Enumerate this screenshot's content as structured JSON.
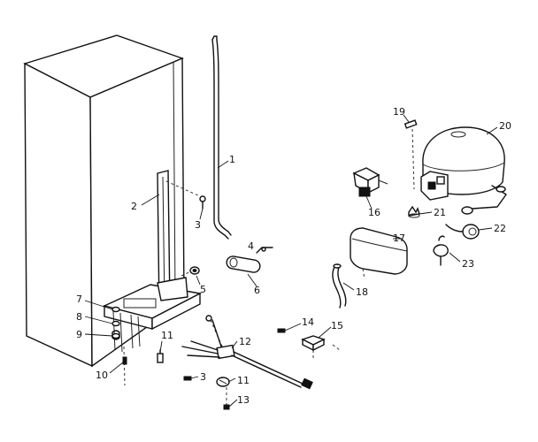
{
  "parts": [
    {
      "id": "cabinet",
      "name": "cabinet-part"
    },
    {
      "id": "drain-tube",
      "label": "1"
    },
    {
      "id": "bracket-left",
      "label": "2"
    },
    {
      "id": "screw-upper",
      "label": "3"
    },
    {
      "id": "clip",
      "label": "4"
    },
    {
      "id": "grommet-nut",
      "label": "5"
    },
    {
      "id": "drain-cap",
      "label": "6"
    },
    {
      "id": "washer-top",
      "label": "7"
    },
    {
      "id": "washer-mid",
      "label": "8"
    },
    {
      "id": "washer-low",
      "label": "9"
    },
    {
      "id": "screw-bottom",
      "label": "10"
    },
    {
      "id": "clip-left",
      "label": "11"
    },
    {
      "id": "relay-harness",
      "label": "12"
    },
    {
      "id": "screw-lower",
      "label": "13"
    },
    {
      "id": "screw-small",
      "label": "14"
    },
    {
      "id": "relay-box",
      "label": "15"
    },
    {
      "id": "overload-relay",
      "label": "16"
    },
    {
      "id": "drain-pan",
      "label": "17"
    },
    {
      "id": "drain-hose",
      "label": "18"
    },
    {
      "id": "bracket-clip",
      "label": "19"
    },
    {
      "id": "compressor",
      "label": "20"
    },
    {
      "id": "mount-grommet",
      "label": "21"
    },
    {
      "id": "thermostat",
      "label": "22"
    },
    {
      "id": "valve",
      "label": "23"
    },
    {
      "id": "screw-lower-b",
      "label": "3"
    },
    {
      "id": "clip-right",
      "label": "11"
    }
  ]
}
